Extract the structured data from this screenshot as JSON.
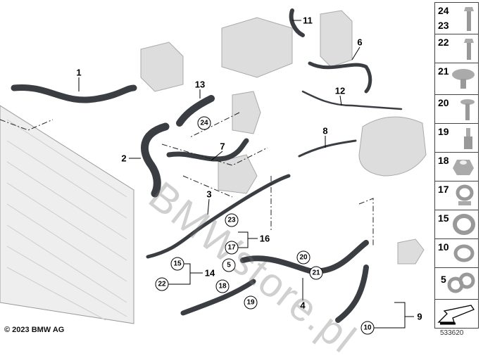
{
  "diagram": {
    "callouts": [
      "1",
      "2",
      "3",
      "4",
      "6",
      "7",
      "8",
      "9",
      "11",
      "12",
      "13",
      "14",
      "16"
    ],
    "circled_callouts": [
      "5",
      "10",
      "15",
      "17",
      "18",
      "19",
      "20",
      "21",
      "22",
      "23",
      "24"
    ],
    "watermark": "BMWstore.pl",
    "copyright": "© 2023 BMW AG",
    "reference_number": "533620"
  },
  "parts_legend": [
    {
      "numbers": [
        "24",
        "23"
      ],
      "icon": "bolt-icon"
    },
    {
      "numbers": [
        "22"
      ],
      "icon": "bolt-icon"
    },
    {
      "numbers": [
        "21"
      ],
      "icon": "expanding-rivet-icon"
    },
    {
      "numbers": [
        "20"
      ],
      "icon": "washer-bolt-icon"
    },
    {
      "numbers": [
        "19"
      ],
      "icon": "stud-bolt-icon"
    },
    {
      "numbers": [
        "18"
      ],
      "icon": "hex-nut-icon"
    },
    {
      "numbers": [
        "17"
      ],
      "icon": "hose-clip-icon"
    },
    {
      "numbers": [
        "15"
      ],
      "icon": "hose-clamp-icon"
    },
    {
      "numbers": [
        "10"
      ],
      "icon": "hose-clamp-icon"
    },
    {
      "numbers": [
        "5"
      ],
      "icon": "double-clip-icon"
    },
    {
      "numbers": [],
      "icon": "arrow-icon"
    }
  ]
}
